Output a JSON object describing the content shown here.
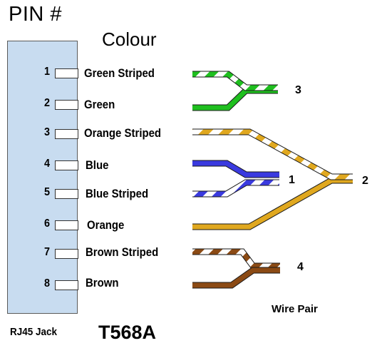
{
  "headings": {
    "pin": "PIN #",
    "colour": "Colour"
  },
  "jack_label": "RJ45 Jack",
  "standard_label": "T568A",
  "wire_pair_label": "Wire Pair",
  "pins": [
    {
      "number": "1",
      "colour": "Green Striped"
    },
    {
      "number": "2",
      "colour": "Green"
    },
    {
      "number": "3",
      "colour": "Orange Striped"
    },
    {
      "number": "4",
      "colour": "Blue"
    },
    {
      "number": "5",
      "colour": "Blue Striped"
    },
    {
      "number": "6",
      "colour": "Orange"
    },
    {
      "number": "7",
      "colour": "Brown Striped"
    },
    {
      "number": "8",
      "colour": "Brown"
    }
  ],
  "pairs": [
    {
      "number": "3",
      "wires": [
        "Green Striped",
        "Green"
      ],
      "color": "#1fbf1f"
    },
    {
      "number": "1",
      "wires": [
        "Blue",
        "Blue Striped"
      ],
      "color": "#3a3adf"
    },
    {
      "number": "2",
      "wires": [
        "Orange Striped",
        "Orange"
      ],
      "color": "#e0a81f"
    },
    {
      "number": "4",
      "wires": [
        "Brown Striped",
        "Brown"
      ],
      "color": "#8b4a14"
    }
  ],
  "colors": {
    "jack_fill": "#c8dcf0",
    "green": "#1fbf1f",
    "blue": "#3a3adf",
    "orange": "#e0a81f",
    "brown": "#8b4a14",
    "stripe": "#ffffff"
  }
}
